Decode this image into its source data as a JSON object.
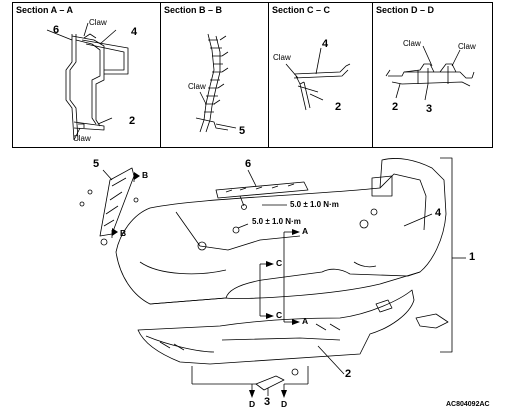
{
  "sections": [
    {
      "title": "Section A – A",
      "claw_labels": [
        "Claw",
        "Claw"
      ],
      "numbers": [
        "6",
        "4",
        "2"
      ]
    },
    {
      "title": "Section B – B",
      "claw_labels": [
        "Claw"
      ],
      "numbers": [
        "5"
      ]
    },
    {
      "title": "Section C – C",
      "claw_labels": [
        "Claw"
      ],
      "numbers": [
        "4",
        "2"
      ]
    },
    {
      "title": "Section D – D",
      "claw_labels": [
        "Claw",
        "Claw"
      ],
      "numbers": [
        "2",
        "3"
      ]
    }
  ],
  "main": {
    "callouts": [
      "5",
      "6",
      "4",
      "1",
      "2",
      "3"
    ],
    "torque": [
      "5.0 ± 1.0 N·m",
      "5.0 ± 1.0 N·m"
    ],
    "section_marks": {
      "A": "A",
      "B": "B",
      "C": "C",
      "D": "D"
    },
    "code": "AC804092AC"
  }
}
